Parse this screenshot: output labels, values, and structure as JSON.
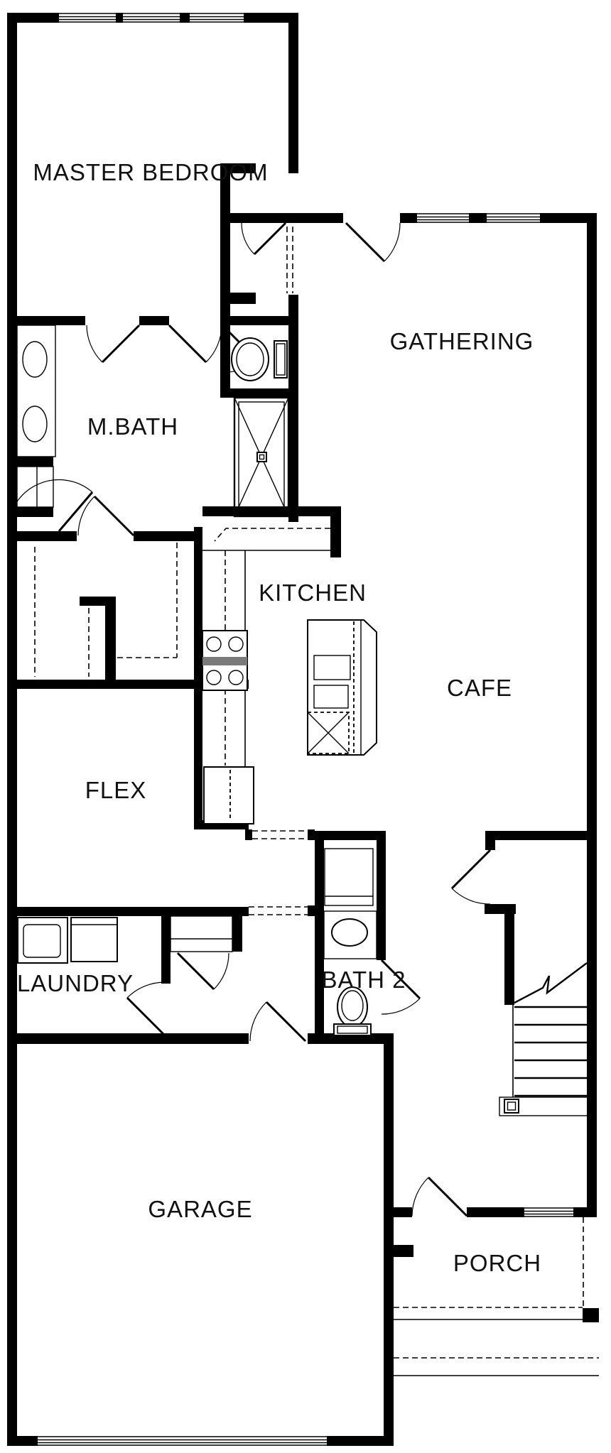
{
  "plan": {
    "type": "residential-floor-plan",
    "colors": {
      "wall": "#000000",
      "background": "#ffffff",
      "appliance_accent": "#7a7a7a",
      "text": "#111111"
    },
    "rooms": [
      {
        "id": "master-bedroom",
        "label": "MASTER BEDROOM"
      },
      {
        "id": "gathering",
        "label": "GATHERING"
      },
      {
        "id": "m-bath",
        "label": "M.BATH"
      },
      {
        "id": "kitchen",
        "label": "KITCHEN"
      },
      {
        "id": "cafe",
        "label": "CAFE"
      },
      {
        "id": "flex",
        "label": "FLEX"
      },
      {
        "id": "laundry",
        "label": "LAUNDRY"
      },
      {
        "id": "bath-2",
        "label": "BATH 2"
      },
      {
        "id": "garage",
        "label": "GARAGE"
      },
      {
        "id": "porch",
        "label": "PORCH"
      }
    ],
    "fixtures": [
      "toilet",
      "shower",
      "double-sink-vanity",
      "linen-closet",
      "walk-in-closet-rods",
      "kitchen-counter",
      "range",
      "refrigerator",
      "kitchen-island",
      "washer",
      "dryer",
      "bath2-vanity-sink",
      "bath2-cabinet",
      "stairs",
      "entry-door",
      "garage-door",
      "windows"
    ]
  }
}
